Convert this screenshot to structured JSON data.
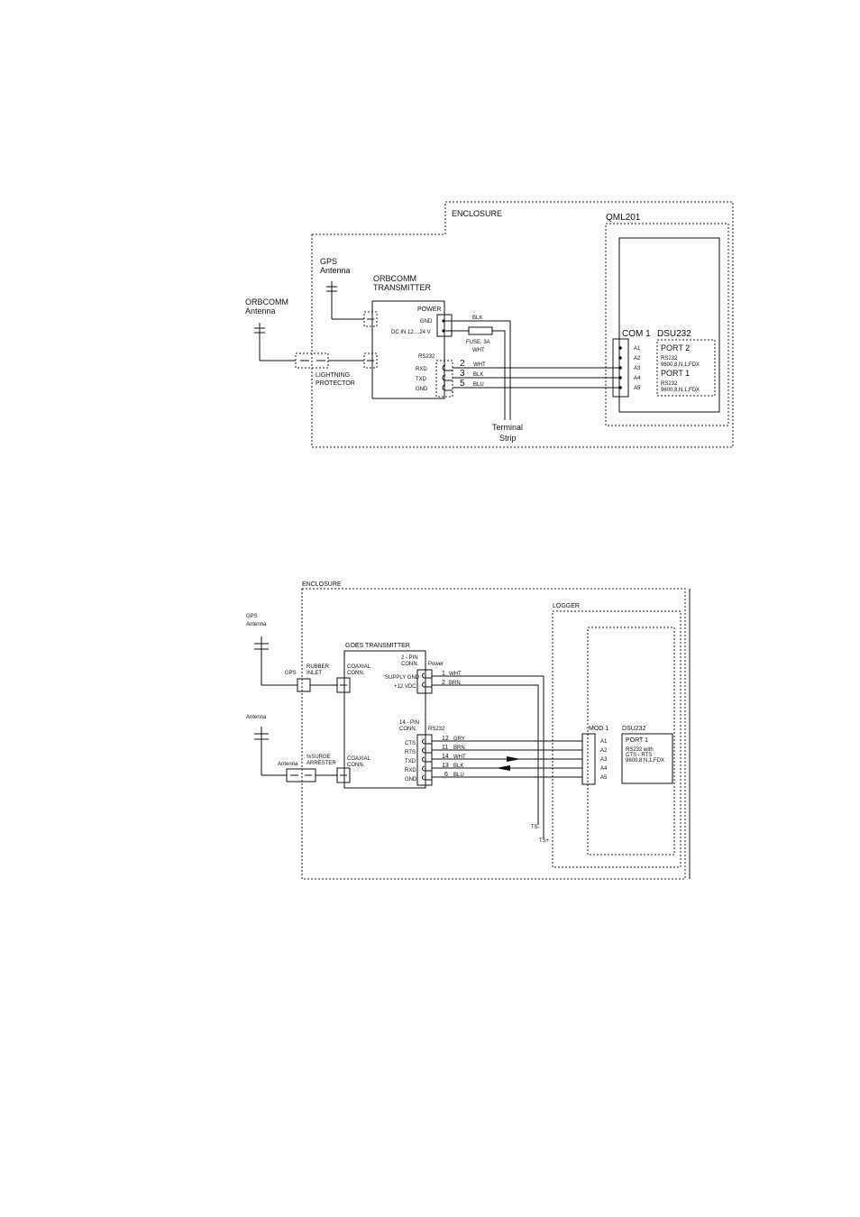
{
  "diagram1": {
    "enclosure": "ENCLOSURE",
    "qml": "QML201",
    "gps_antenna": [
      "GPS",
      "Antenna"
    ],
    "orbcomm_antenna": [
      "ORBCOMM",
      "Antenna"
    ],
    "transmitter": [
      "ORBCOMM",
      "TRANSMITTER"
    ],
    "power": "POWER",
    "gnd": "GND",
    "dc_in": "DC IN 12....24 V",
    "rs232": "RS232",
    "rxd": "RXD",
    "txd": "TXD",
    "gnd2": "GND",
    "lightning": [
      "LIGHTNING",
      "PROTECTOR"
    ],
    "wire_blk_power": "BLK",
    "fuse": "FUSE, 3A",
    "wire_wht_power": "WHT",
    "pins": [
      "2",
      "3",
      "5"
    ],
    "colors": [
      "WHT",
      "BLK",
      "BLU"
    ],
    "terminal_strip": [
      "Terminal",
      "Strip"
    ],
    "com1": "COM 1",
    "dsu": "DSU232",
    "com_pins": [
      "A1",
      "A2",
      "A3",
      "A4",
      "A5"
    ],
    "port2": "PORT 2",
    "port2_lines": [
      "RS232",
      "9600,8,N,1,FDX"
    ],
    "port1": "PORT 1",
    "port1_lines": [
      "RS232",
      "9600,8,N,1,FDX"
    ]
  },
  "diagram2": {
    "enclosure": "ENCLOSURE",
    "logger": "LOGGER",
    "gps_antenna": [
      "GPS",
      "Antenna"
    ],
    "antenna": "Antenna",
    "gps_label": "GPS",
    "rubber_inlet": [
      "RUBBER",
      "INLET"
    ],
    "antenna_label": "Antenna",
    "surge": [
      "%SURGE",
      "ARRESTER"
    ],
    "coaxial1": [
      "COAXIAL",
      "CONN."
    ],
    "coaxial2": [
      "COAXIAL",
      "CONN."
    ],
    "transmitter": "GOES TRANSMITTER",
    "two_pin": [
      "2 - PIN",
      "CONN."
    ],
    "power": "Power",
    "supply_gnd": "SUPPLY GND",
    "plus12": "+12 VDC",
    "power_pins": [
      "1",
      "2"
    ],
    "power_colors": [
      "WHT",
      "BRN"
    ],
    "fourteen_pin": [
      "14 - PIN",
      "CONN."
    ],
    "rs232": "RS232",
    "signals": [
      "CTS",
      "RTS",
      "TXD",
      "RXD",
      "GND"
    ],
    "sig_pins": [
      "12",
      "11",
      "14",
      "13",
      "6"
    ],
    "sig_colors": [
      "GRY",
      "BRN",
      "WHT",
      "BLK",
      "BLU"
    ],
    "ts_minus": "TS-",
    "ts_plus": "TS+",
    "mod1": "MOD 1",
    "dsu": "DSU232",
    "mod_pins": [
      "A1",
      "A2",
      "A3",
      "A4",
      "A5"
    ],
    "port1": "PORT 1",
    "port1_lines": [
      "RS232 with",
      "CTS - RTS",
      "9600,8,N,1,FDX"
    ]
  }
}
